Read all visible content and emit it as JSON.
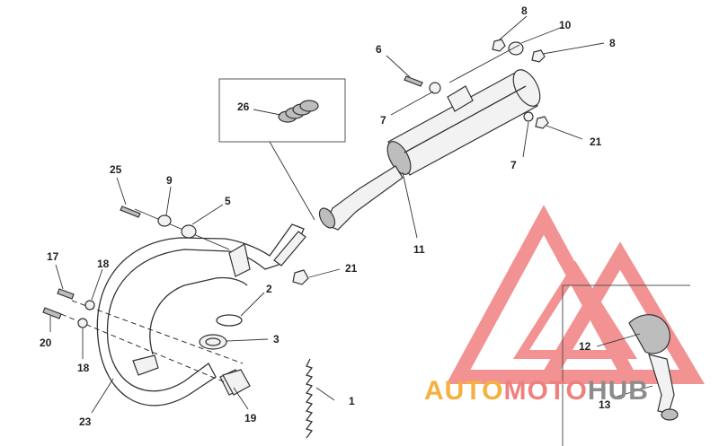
{
  "callouts": [
    {
      "id": "c1",
      "label": "1"
    },
    {
      "id": "c2",
      "label": "2"
    },
    {
      "id": "c3",
      "label": "3"
    },
    {
      "id": "c5",
      "label": "5"
    },
    {
      "id": "c6",
      "label": "6"
    },
    {
      "id": "c7a",
      "label": "7"
    },
    {
      "id": "c7b",
      "label": "7"
    },
    {
      "id": "c8a",
      "label": "8"
    },
    {
      "id": "c8b",
      "label": "8"
    },
    {
      "id": "c9",
      "label": "9"
    },
    {
      "id": "c10",
      "label": "10"
    },
    {
      "id": "c11",
      "label": "11"
    },
    {
      "id": "c12",
      "label": "12"
    },
    {
      "id": "c13",
      "label": "13"
    },
    {
      "id": "c17",
      "label": "17"
    },
    {
      "id": "c18a",
      "label": "18"
    },
    {
      "id": "c18b",
      "label": "18"
    },
    {
      "id": "c19",
      "label": "19"
    },
    {
      "id": "c20",
      "label": "20"
    },
    {
      "id": "c21a",
      "label": "21"
    },
    {
      "id": "c21b",
      "label": "21"
    },
    {
      "id": "c23",
      "label": "23"
    },
    {
      "id": "c25",
      "label": "25"
    },
    {
      "id": "c26",
      "label": "26"
    }
  ],
  "watermark": {
    "part1": "AUTO",
    "part2": "MOTO",
    "part3": "HUB",
    "color_orange": "#f5b041",
    "color_red": "#f08080",
    "color_grey": "#8c8c8c"
  }
}
